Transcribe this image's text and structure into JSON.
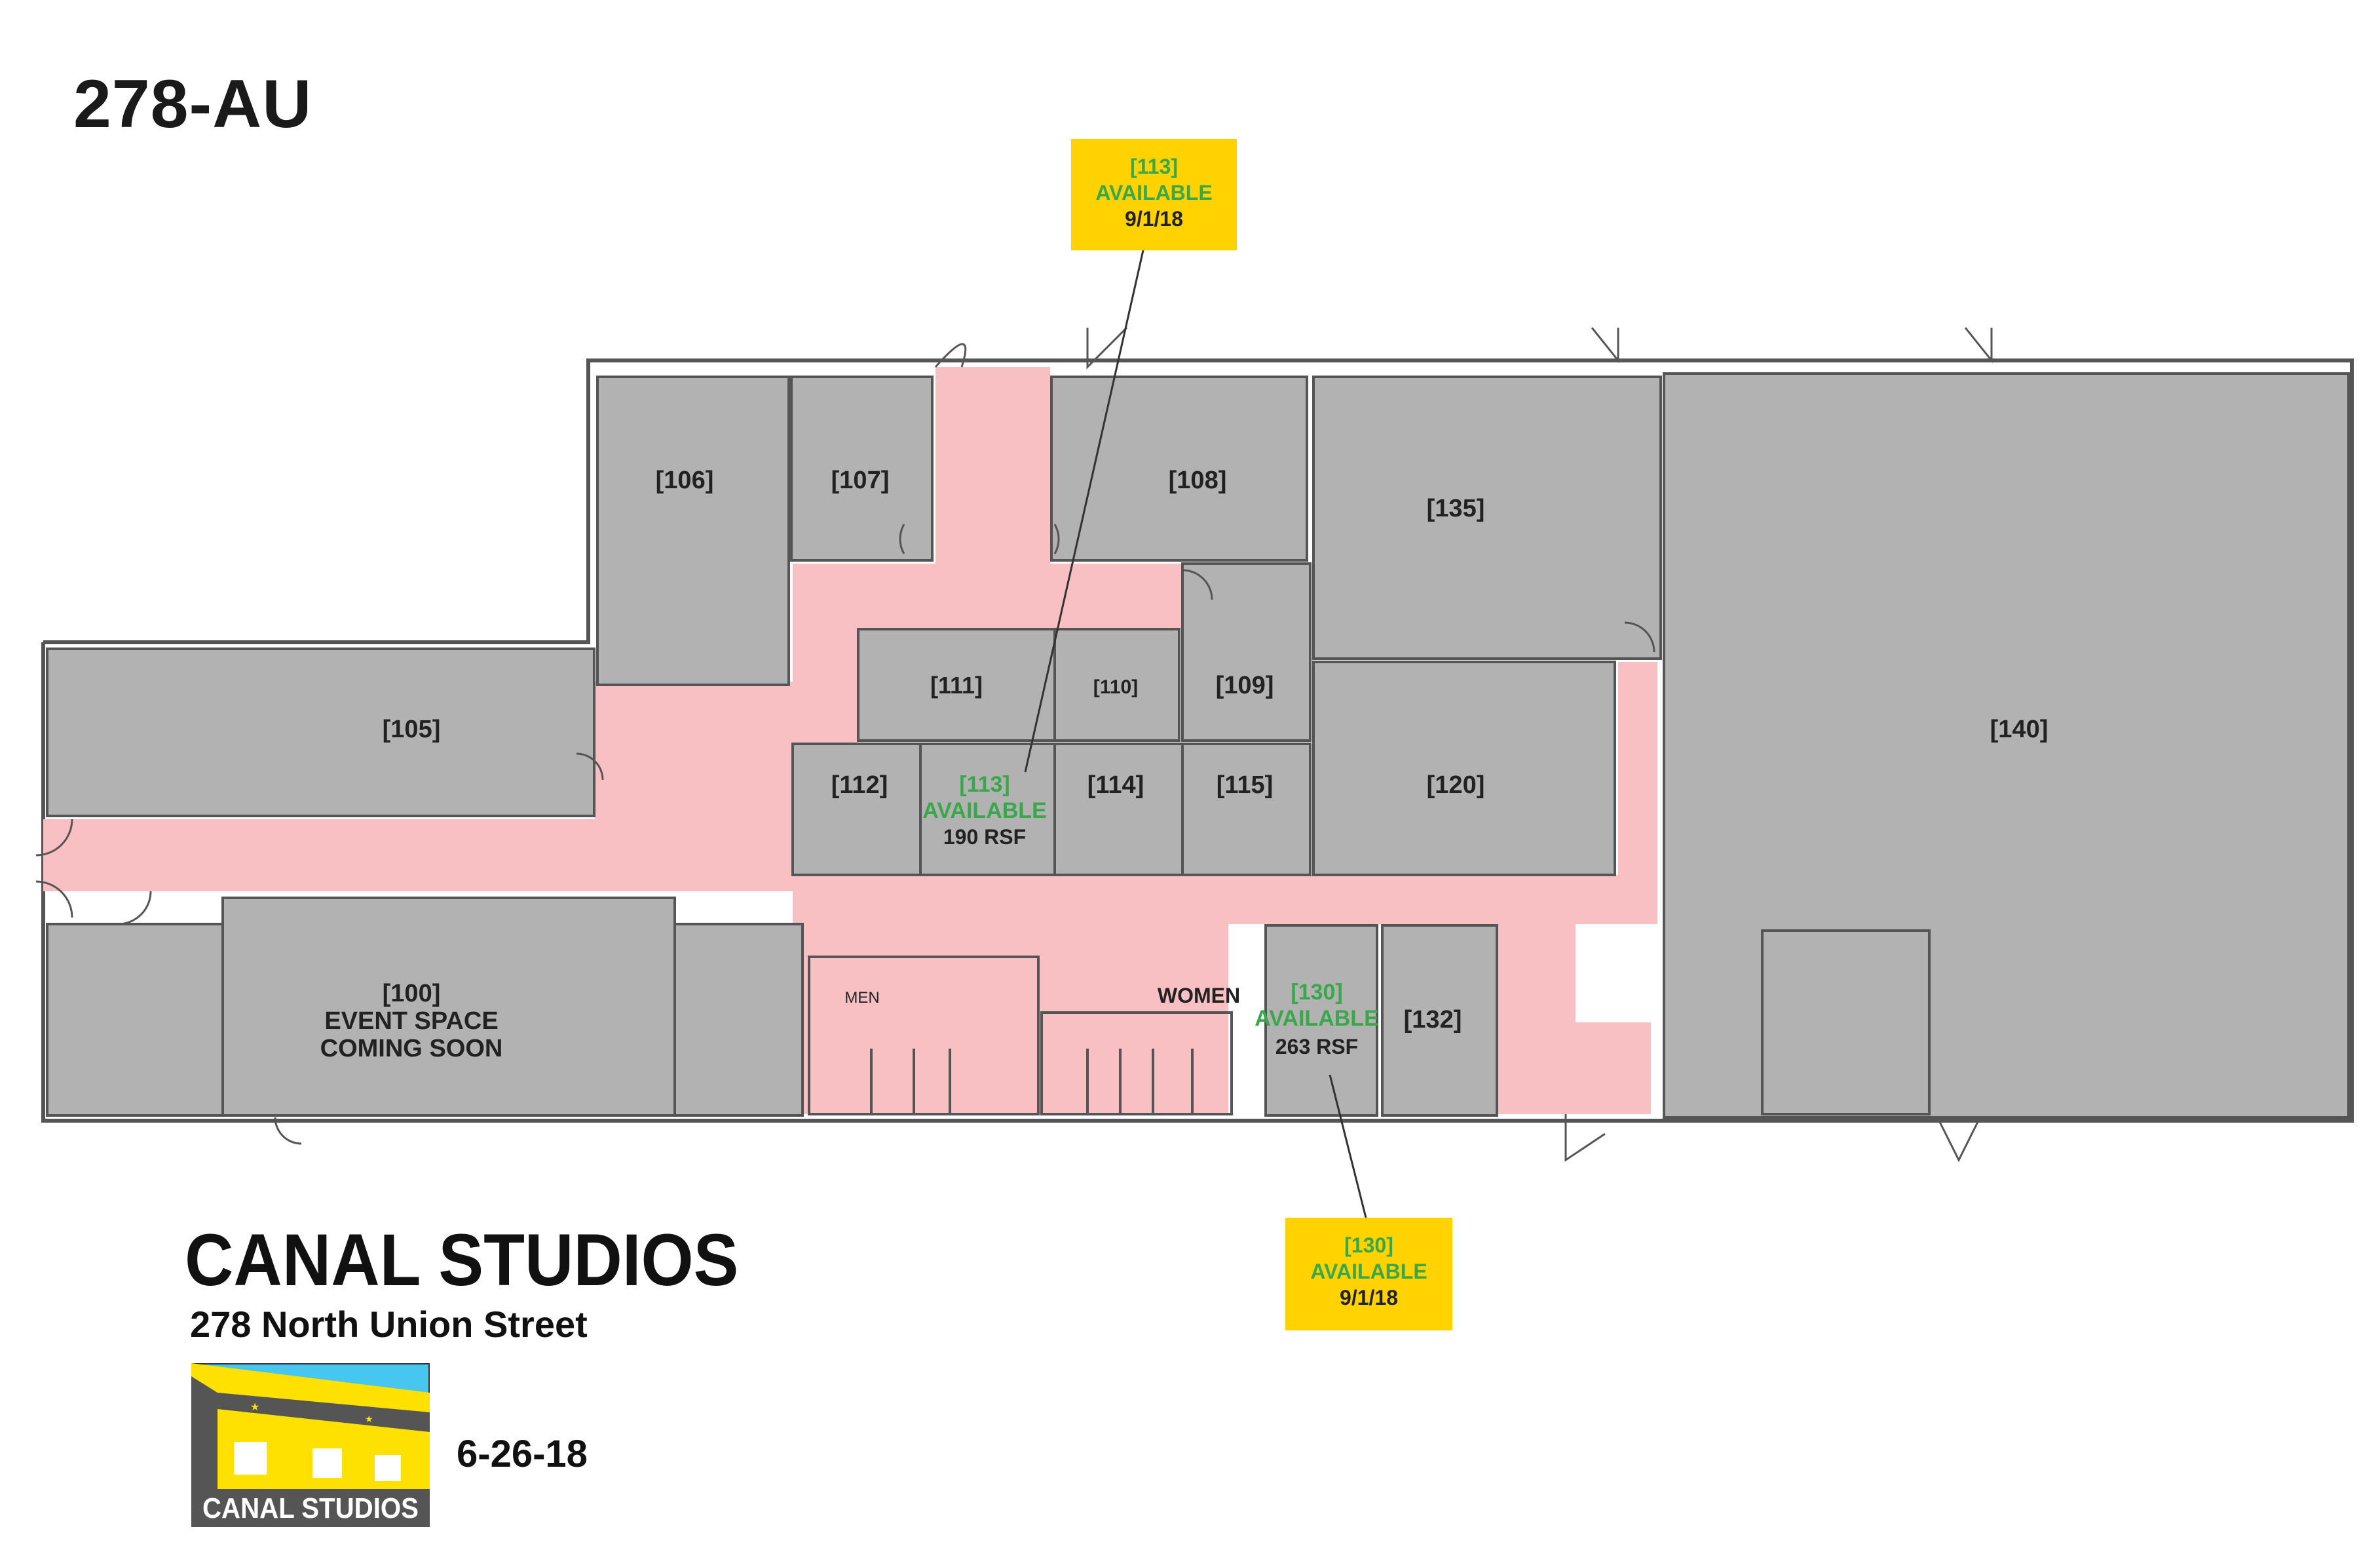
{
  "page_title": "278-AU",
  "brand": {
    "name": "CANAL STUDIOS",
    "address": "278 North Union Street",
    "logo_text": "CANAL STUDIOS",
    "date": "6-26-18"
  },
  "colors": {
    "room": "#b2b2b2",
    "corridor": "#f8c0c2",
    "wall": "#555555",
    "callout_bg": "#ffd200",
    "available_text": "#3aa84a",
    "logo_sky": "#47c6ef",
    "logo_building": "#ffe100",
    "logo_band": "#555555"
  },
  "rooms": {
    "r100": {
      "label": "[100]",
      "line2": "EVENT SPACE",
      "line3": "COMING SOON"
    },
    "r105": {
      "label": "[105]"
    },
    "r106": {
      "label": "[106]"
    },
    "r107": {
      "label": "[107]"
    },
    "r108": {
      "label": "[108]"
    },
    "r109": {
      "label": "[109]"
    },
    "r110": {
      "label": "[110]"
    },
    "r111": {
      "label": "[111]"
    },
    "r112": {
      "label": "[112]"
    },
    "r113": {
      "label": "[113]",
      "status": "AVAILABLE",
      "size": "190 RSF"
    },
    "r114": {
      "label": "[114]"
    },
    "r115": {
      "label": "[115]"
    },
    "r120": {
      "label": "[120]"
    },
    "r130": {
      "label": "[130]",
      "status": "AVAILABLE",
      "size": "263 RSF"
    },
    "r132": {
      "label": "[132]"
    },
    "r135": {
      "label": "[135]"
    },
    "r140": {
      "label": "[140]"
    },
    "men": {
      "label": "MEN"
    },
    "women": {
      "label": "WOMEN"
    }
  },
  "callouts": {
    "c113": {
      "number": "[113]",
      "status": "AVAILABLE",
      "date": "9/1/18"
    },
    "c130": {
      "number": "[130]",
      "status": "AVAILABLE",
      "date": "9/1/18"
    }
  }
}
